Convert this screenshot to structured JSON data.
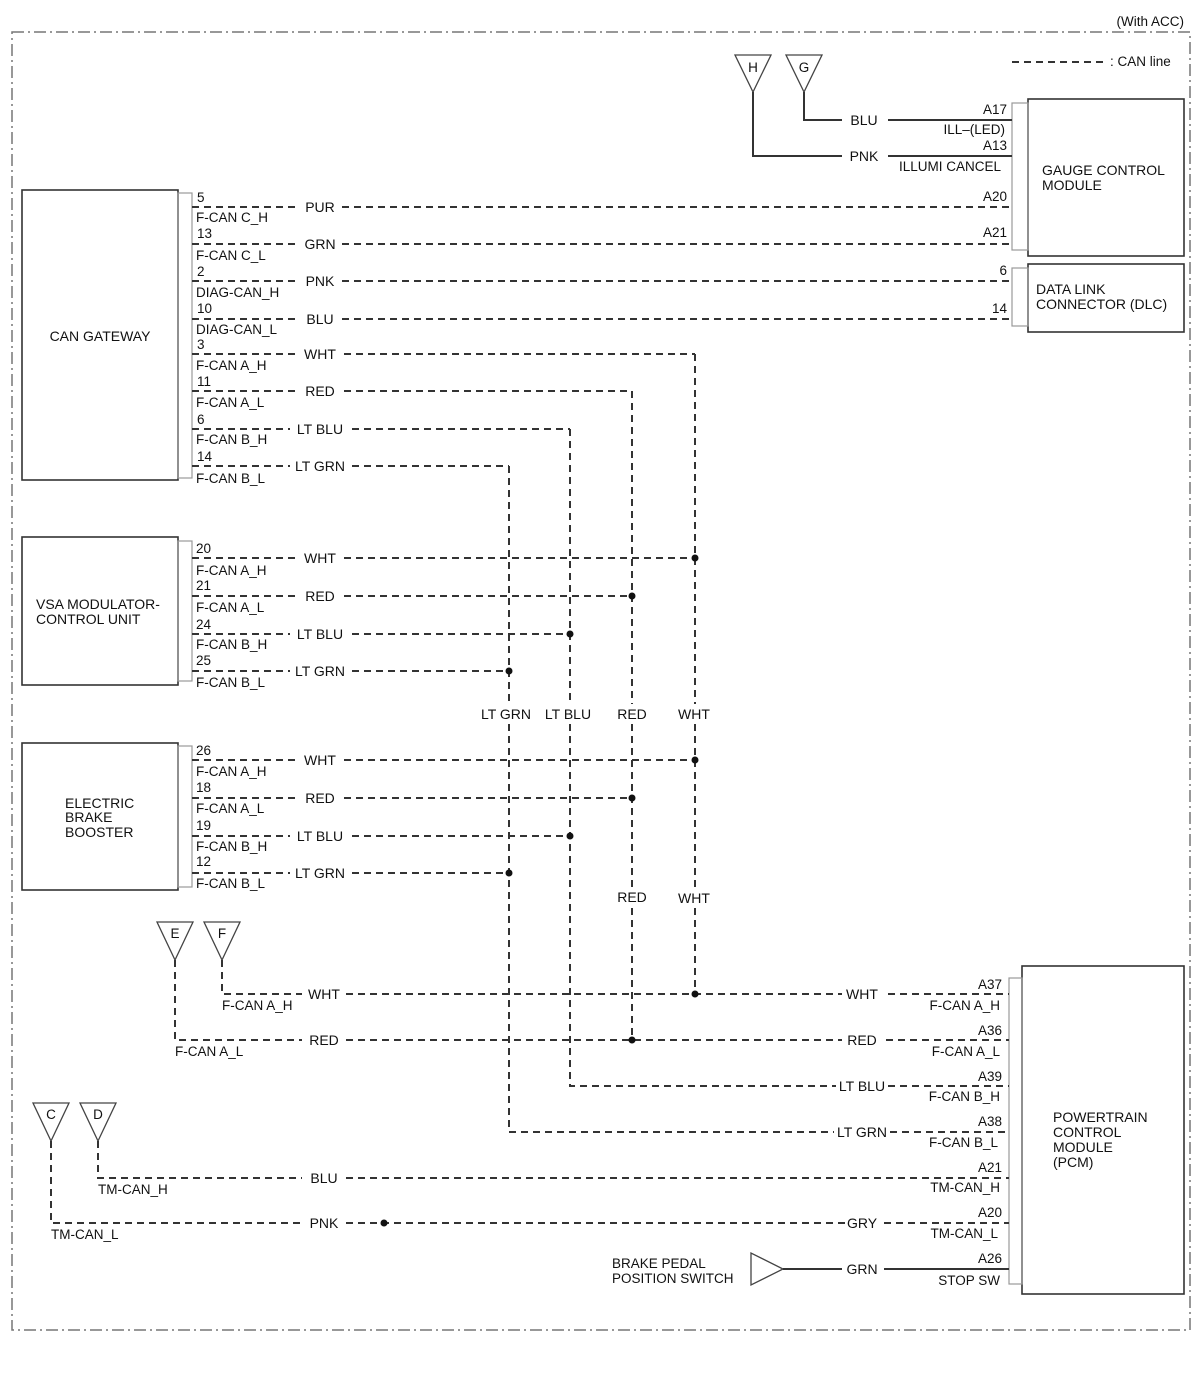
{
  "header": {
    "variant": "(With ACC)",
    "legend_label": ": CAN line"
  },
  "modules": {
    "gauge": [
      "GAUGE CONTROL",
      "MODULE"
    ],
    "dlc": [
      "DATA LINK",
      "CONNECTOR (DLC)"
    ],
    "gateway": [
      "CAN GATEWAY"
    ],
    "vsa": [
      "VSA MODULATOR-",
      "CONTROL UNIT"
    ],
    "ebb": [
      "ELECTRIC",
      "BRAKE",
      "BOOSTER"
    ],
    "pcm": [
      "POWERTRAIN",
      "CONTROL",
      "MODULE",
      "(PCM)"
    ],
    "brake_switch": [
      "BRAKE PEDAL",
      "POSITION SWITCH"
    ]
  },
  "gauge_pins": [
    {
      "pin": "A17",
      "signal": "ILL–(LED)",
      "color": "BLU"
    },
    {
      "pin": "A13",
      "signal": "ILLUMI CANCEL",
      "color": "PNK"
    },
    {
      "pin": "A20"
    },
    {
      "pin": "A21"
    }
  ],
  "dlc_pins": [
    {
      "pin": "6"
    },
    {
      "pin": "14"
    }
  ],
  "gateway_pins": [
    {
      "pin": "5",
      "signal": "F-CAN C_H",
      "color": "PUR"
    },
    {
      "pin": "13",
      "signal": "F-CAN C_L",
      "color": "GRN"
    },
    {
      "pin": "2",
      "signal": "DIAG-CAN_H",
      "color": "PNK"
    },
    {
      "pin": "10",
      "signal": "DIAG-CAN_L",
      "color": "BLU"
    },
    {
      "pin": "3",
      "signal": "F-CAN A_H",
      "color": "WHT"
    },
    {
      "pin": "11",
      "signal": "F-CAN A_L",
      "color": "RED"
    },
    {
      "pin": "6",
      "signal": "F-CAN B_H",
      "color": "LT BLU"
    },
    {
      "pin": "14",
      "signal": "F-CAN B_L",
      "color": "LT GRN"
    }
  ],
  "vsa_pins": [
    {
      "pin": "20",
      "signal": "F-CAN A_H",
      "color": "WHT"
    },
    {
      "pin": "21",
      "signal": "F-CAN A_L",
      "color": "RED"
    },
    {
      "pin": "24",
      "signal": "F-CAN B_H",
      "color": "LT BLU"
    },
    {
      "pin": "25",
      "signal": "F-CAN B_L",
      "color": "LT GRN"
    }
  ],
  "ebb_pins": [
    {
      "pin": "26",
      "signal": "F-CAN A_H",
      "color": "WHT"
    },
    {
      "pin": "18",
      "signal": "F-CAN A_L",
      "color": "RED"
    },
    {
      "pin": "19",
      "signal": "F-CAN B_H",
      "color": "LT BLU"
    },
    {
      "pin": "12",
      "signal": "F-CAN B_L",
      "color": "LT GRN"
    }
  ],
  "bus_labels_mid": [
    "LT GRN",
    "LT BLU",
    "RED",
    "WHT"
  ],
  "bus_labels_low": [
    "RED",
    "WHT"
  ],
  "pcm_pins": [
    {
      "pin": "A37",
      "signal": "F-CAN A_H",
      "color": "WHT"
    },
    {
      "pin": "A36",
      "signal": "F-CAN A_L",
      "color": "RED"
    },
    {
      "pin": "A39",
      "signal": "F-CAN B_H",
      "color": "LT BLU"
    },
    {
      "pin": "A38",
      "signal": "F-CAN B_L",
      "color": "LT GRN"
    },
    {
      "pin": "A21",
      "signal": "TM-CAN_H",
      "color": "BLU"
    },
    {
      "pin": "A20",
      "signal": "TM-CAN_L",
      "color": "GRY"
    },
    {
      "pin": "A26",
      "signal": "STOP SW",
      "color": "GRN"
    }
  ],
  "left_wires": [
    {
      "color": "WHT",
      "signal": "F-CAN A_H"
    },
    {
      "color": "RED",
      "signal": "F-CAN A_L"
    },
    {
      "color": "BLU",
      "signal": "TM-CAN_H"
    },
    {
      "color": "PNK",
      "signal": "TM-CAN_L"
    }
  ],
  "connectors": [
    "H",
    "G",
    "E",
    "F",
    "C",
    "D"
  ]
}
